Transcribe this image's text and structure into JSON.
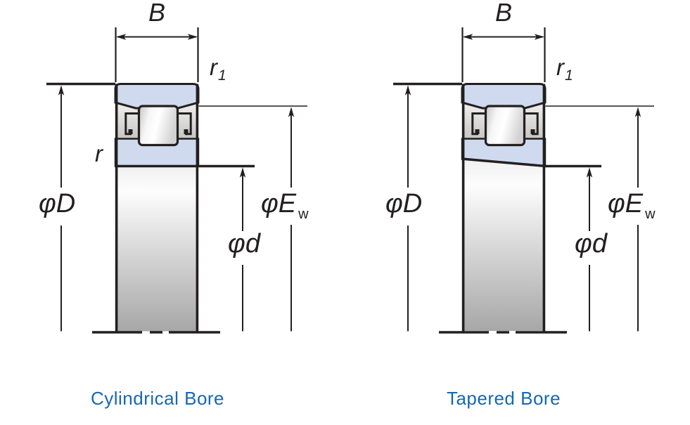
{
  "title": "Cylindrical roller bearing bore-type comparison diagram",
  "colors": {
    "ink": "#231f20",
    "ring_blue": "#cfdaee",
    "caption_blue": "#1767b2",
    "metal_light": "#ffffff",
    "metal_dark": "#a9a9a9"
  },
  "labels": {
    "B": "B",
    "r1": {
      "base": "r",
      "sub": "1"
    },
    "r": "r",
    "phi_D": "φD",
    "phi_d": "φd",
    "phi_Ew": {
      "base": "φE",
      "sub": "w"
    }
  },
  "figures": [
    {
      "caption": "Cylindrical Bore",
      "bore_type": "cylindrical"
    },
    {
      "caption": "Tapered Bore",
      "bore_type": "tapered"
    }
  ]
}
